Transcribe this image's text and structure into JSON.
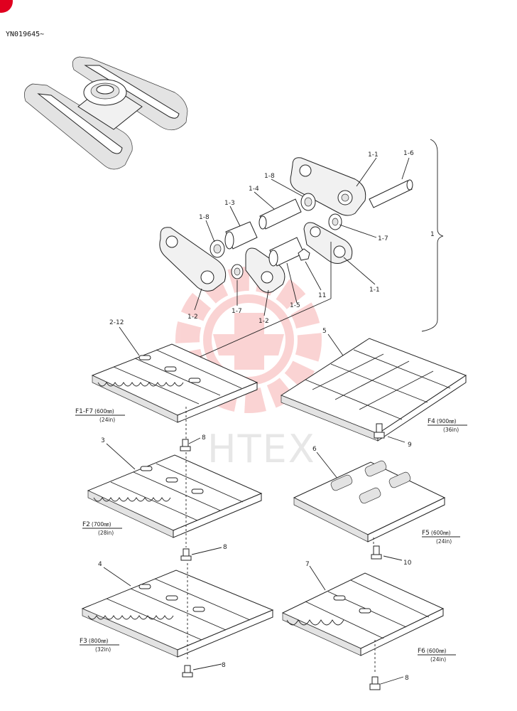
{
  "serial_range": "YN019645~",
  "watermark": "HTEX",
  "callouts": {
    "c1_1a": "1-1",
    "c1_6": "1-6",
    "c1_8a": "1-8",
    "c1_4": "1-4",
    "c1_3": "1-3",
    "c1_8b": "1-8",
    "c1_7a": "1-7",
    "c1": "1",
    "c1_2a": "1-2",
    "c1_7b": "1-7",
    "c1_2b": "1-2",
    "c1_5": "1-5",
    "c11": "11",
    "c1_1b": "1-1",
    "c2_12": "2-12",
    "c5": "5",
    "c8a": "8",
    "c9": "9",
    "c3": "3",
    "c6": "6",
    "c8b": "8",
    "c10": "10",
    "c4": "4",
    "c7": "7",
    "c8c": "8",
    "c8d": "8"
  },
  "variants": {
    "f1_f7": {
      "main": "F1-F7",
      "width": "(600㎜)",
      "inch": "(24in)"
    },
    "f2": {
      "main": "F2",
      "width": "(700㎜)",
      "inch": "(28in)"
    },
    "f3": {
      "main": "F3",
      "width": "(800㎜)",
      "inch": "(32in)"
    },
    "f4": {
      "main": "F4",
      "width": "(900㎜)",
      "inch": "(36in)"
    },
    "f5": {
      "main": "F5",
      "width": "(600㎜)",
      "inch": "(24in)"
    },
    "f6": {
      "main": "F6",
      "width": "(600㎜)",
      "inch": "(24in)"
    }
  }
}
